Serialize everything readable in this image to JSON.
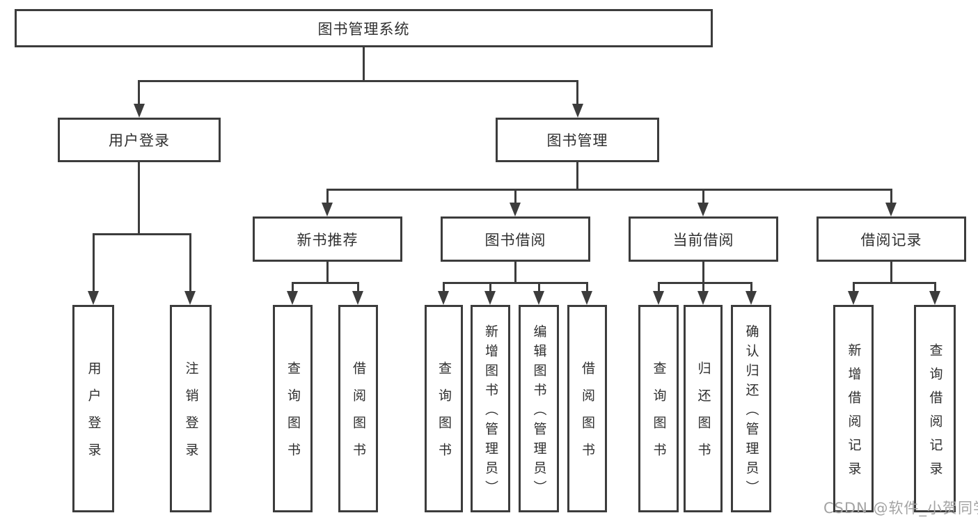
{
  "diagram_title": "图书管理系统",
  "colors": {
    "line": "#3c3c3c",
    "text": "#2f2f2f",
    "box_fill": "#ffffff",
    "watermark": "#a3a3a3"
  },
  "tree": {
    "root": "图书管理系统",
    "branches": [
      {
        "label": "用户登录",
        "children": [
          "用户登录",
          "注销登录"
        ]
      },
      {
        "label": "图书管理",
        "groups": [
          {
            "label": "新书推荐",
            "children": [
              "查询图书",
              "借阅图书"
            ]
          },
          {
            "label": "图书借阅",
            "children": [
              "查询图书",
              "新增图书（管理员）",
              "编辑图书（管理员）",
              "借阅图书"
            ]
          },
          {
            "label": "当前借阅",
            "children": [
              "查询图书",
              "归还图书",
              "确认归还（管理员）"
            ]
          },
          {
            "label": "借阅记录",
            "children": [
              "新增借阅记录",
              "查询借阅记录"
            ]
          }
        ]
      }
    ]
  },
  "watermark": "CSDN @软件_小贺同学"
}
